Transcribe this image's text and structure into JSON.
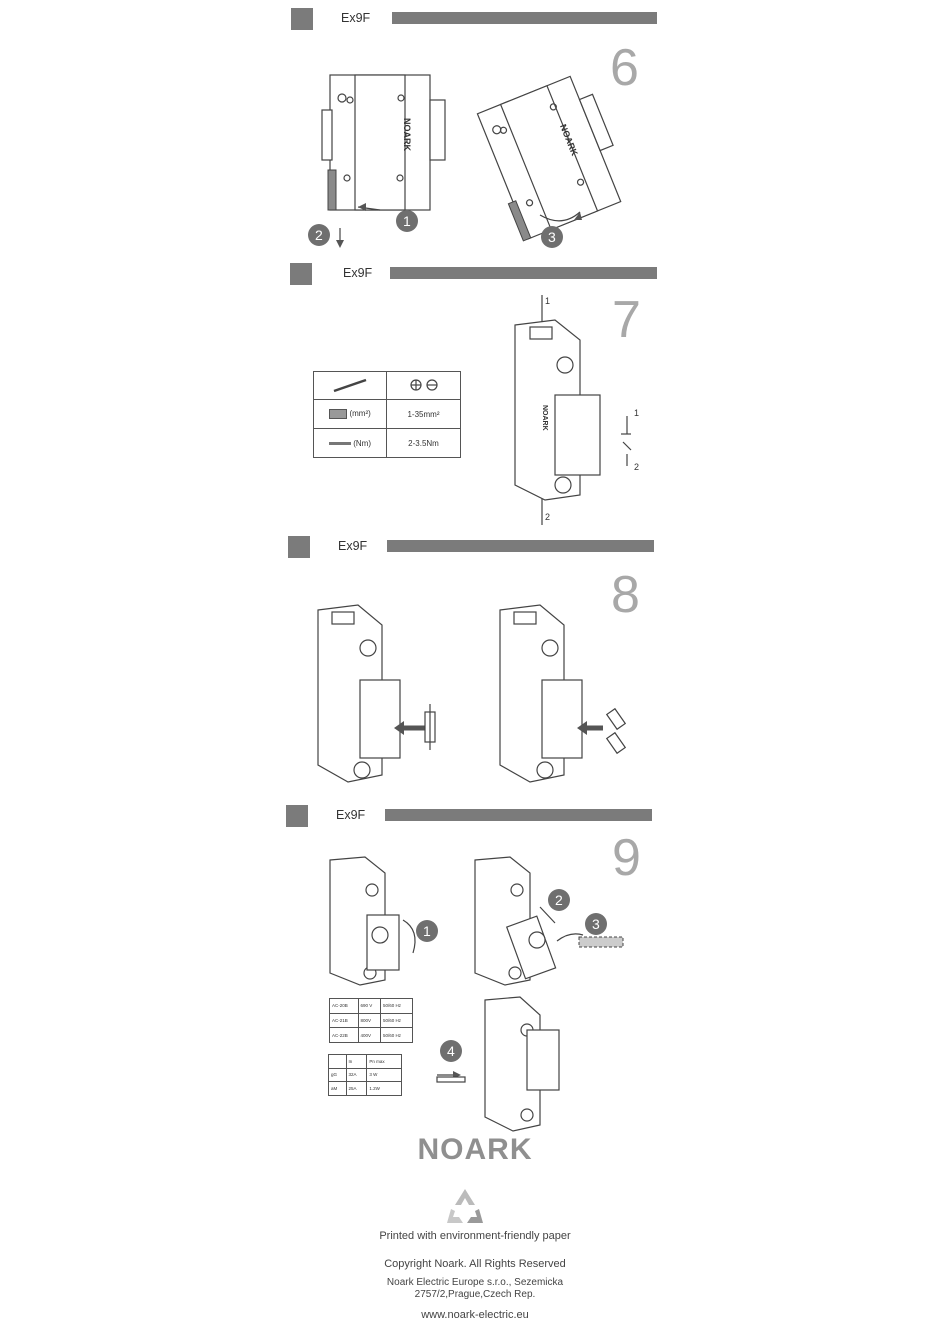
{
  "sections": [
    {
      "id": "6",
      "product": "Ex9F",
      "step": "6",
      "badges": [
        "1",
        "2",
        "3"
      ]
    },
    {
      "id": "7",
      "product": "Ex9F",
      "step": "7",
      "terminal_top": "1",
      "terminal_bottom": "2",
      "symbol_top": "1",
      "symbol_bottom": "2",
      "spec_table": {
        "wire_unit": "(mm²)",
        "torque_unit": "(Nm)",
        "wire_value": "1-35mm²",
        "torque_value": "2-3.5Nm"
      }
    },
    {
      "id": "8",
      "product": "Ex9F",
      "step": "8"
    },
    {
      "id": "9",
      "product": "Ex9F",
      "step": "9",
      "badges": [
        "1",
        "2",
        "3",
        "4"
      ],
      "voltage_table": [
        [
          "AC-20B",
          "690 V",
          "50/60 Hz"
        ],
        [
          "AC-21B",
          "800V",
          "50/60 Hz"
        ],
        [
          "AC-22B",
          "400V",
          "50/60 Hz"
        ]
      ],
      "fuse_table": {
        "header": [
          "",
          "In",
          "Pn max"
        ],
        "rows": [
          [
            "gG",
            "32A",
            "3 W"
          ],
          [
            "aM",
            "25A",
            "1.2W"
          ]
        ]
      }
    }
  ],
  "footer": {
    "brand": "NOARK",
    "eco": "Printed with environment-friendly paper",
    "copyright": "Copyright Noark. All Rights Reserved",
    "address_1": "Noark Electric Europe s.r.o., Sezemicka",
    "address_2": "2757/2,Prague,Czech Rep.",
    "website": "www.noark-electric.eu"
  },
  "colors": {
    "header_gray": "#7b7b7b",
    "step_number_gray": "#a8a8a8",
    "badge_gray": "#6f6f6f"
  }
}
